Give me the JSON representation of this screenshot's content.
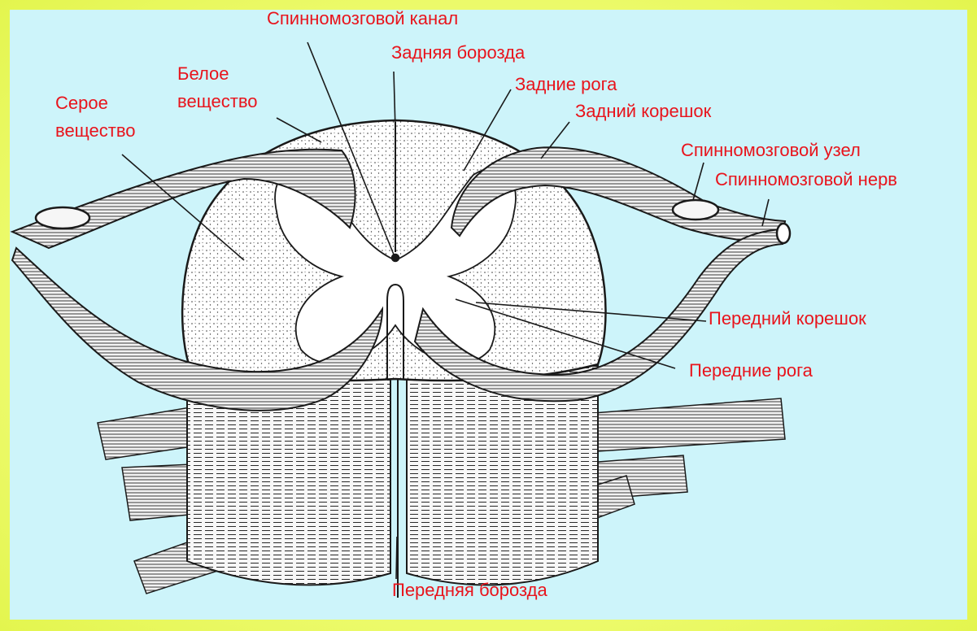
{
  "colors": {
    "frame": "#ecf86a",
    "panel": "#cdf4fa",
    "label": "#e8141c",
    "ink": "#1a1a1a"
  },
  "labels": {
    "spinal_canal": "Спинномозговой канал",
    "posterior_sulcus": "Задняя борозда",
    "white_matter_1": "Белое",
    "white_matter_2": "вещество",
    "gray_matter_1": "Серое",
    "gray_matter_2": "вещество",
    "posterior_horns": "Задние рога",
    "posterior_root": "Задний корешок",
    "spinal_ganglion": "Спинномозговой узел",
    "spinal_nerve": "Спинномозговой нерв",
    "anterior_root": "Передний корешок",
    "anterior_horns": "Передние рога",
    "anterior_fissure": "Передняя борозда"
  }
}
